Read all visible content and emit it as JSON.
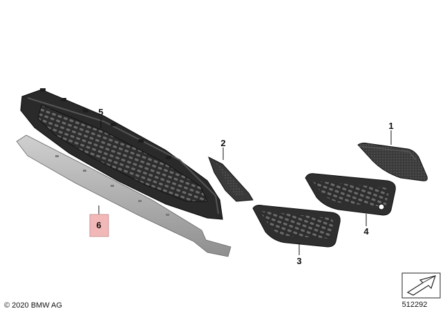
{
  "callouts": [
    {
      "part": "1",
      "label": "1",
      "highlighted": false
    },
    {
      "part": "2",
      "label": "2",
      "highlighted": false
    },
    {
      "part": "3",
      "label": "3",
      "highlighted": false
    },
    {
      "part": "4",
      "label": "4",
      "highlighted": false
    },
    {
      "part": "5",
      "label": "5",
      "highlighted": false
    },
    {
      "part": "6",
      "label": "6",
      "highlighted": true
    }
  ],
  "copyright": "© 2020 BMW AG",
  "diagram_number": "512292",
  "colors": {
    "highlight": "#f2b8b8",
    "highlight_border": "#c99",
    "part_dark": "#3a3a3a",
    "part_grey": "#a8a8a8",
    "outline": "#222222"
  }
}
